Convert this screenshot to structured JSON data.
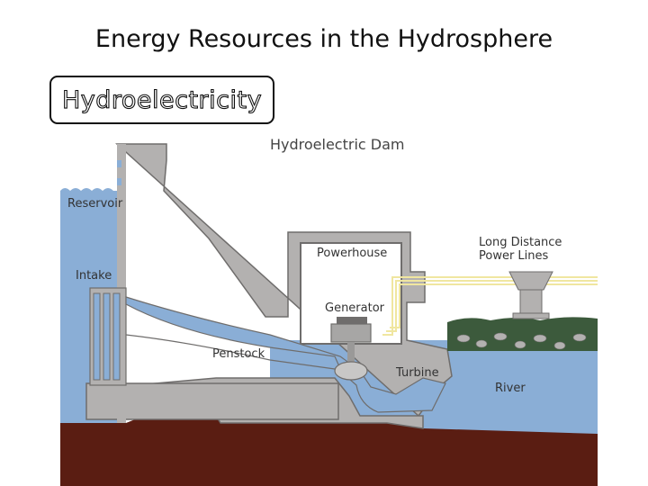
{
  "slide": {
    "title": "Energy Resources in the Hydrosphere",
    "topic": "Hydroelectricity"
  },
  "diagram": {
    "title": "Hydroelectric Dam",
    "labels": {
      "reservoir": "Reservoir",
      "intake": "Intake",
      "powerhouse": "Powerhouse",
      "power_lines_1": "Long Distance",
      "power_lines_2": "Power Lines",
      "generator": "Generator",
      "penstock": "Penstock",
      "turbine": "Turbine",
      "river": "River"
    },
    "colors": {
      "water": "#8aaed6",
      "concrete": "#b3b1b0",
      "outline": "#6f6d6c",
      "earth": "#5a1d12",
      "vegetation": "#3c5a3c",
      "power_line": "#f0e6a0"
    }
  }
}
